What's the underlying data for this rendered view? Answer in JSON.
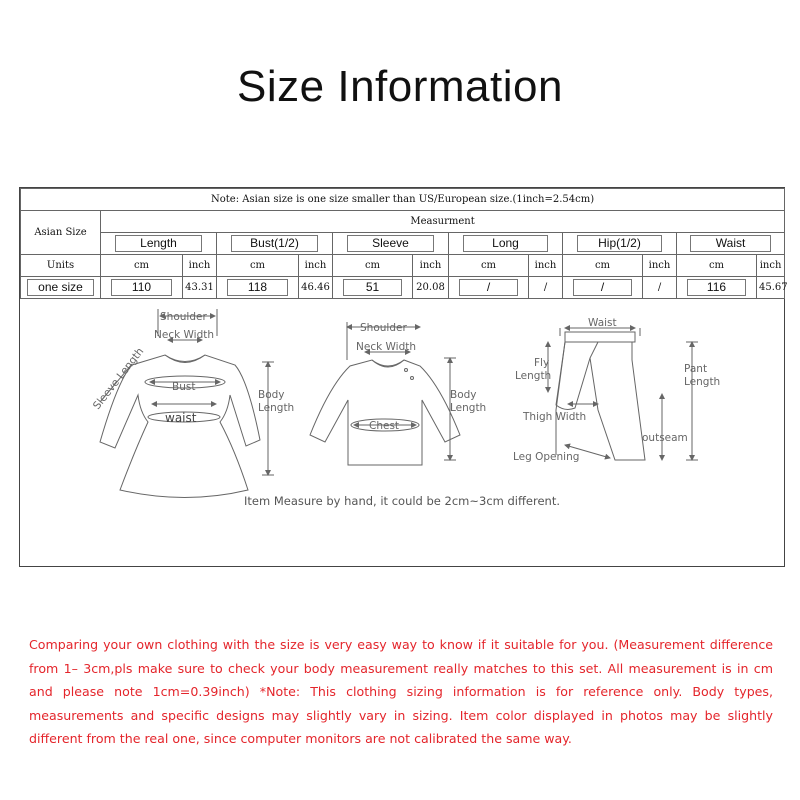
{
  "title": "Size  Information",
  "table": {
    "note": "Note: Asian size is one size smaller than US/European size.(1inch=2.54cm)",
    "asian_size_label": "Asian Size",
    "measurement_label": "Measurment",
    "units_label": "Units",
    "columns": [
      "Length",
      "Bust(1/2)",
      "Sleeve",
      "Long",
      "Hip(1/2)",
      "Waist"
    ],
    "units": [
      "cm",
      "inch",
      "cm",
      "inch",
      "cm",
      "inch",
      "cm",
      "inch",
      "cm",
      "inch",
      "cm",
      "inch"
    ],
    "row": {
      "size": "one size",
      "values": [
        "110",
        "43.31",
        "118",
        "46.46",
        "51",
        "20.08",
        "/",
        "/",
        "/",
        "/",
        "116",
        "45.67"
      ]
    }
  },
  "diagrams": {
    "dress": {
      "shoulder": "Shoulder",
      "neck_width": "Neck Width",
      "sleeve_length": "Sleeve Length",
      "bust": "Bust",
      "waist": "waist",
      "body_length": [
        "Body",
        "Length"
      ]
    },
    "shirt": {
      "shoulder": "Shoulder",
      "neck_width": "Neck Width",
      "chest": "Chest",
      "body_length": [
        "Body",
        "Length"
      ]
    },
    "pants": {
      "waist": "Waist",
      "fly_length": [
        "Fly",
        "Length"
      ],
      "pant_length": [
        "Pant",
        "Length"
      ],
      "thigh_width": "Thigh Width",
      "outseam": "outseam",
      "leg_opening": "Leg Opening"
    },
    "measure_note": "Item Measure by hand, it could be 2cm~3cm different."
  },
  "disclaimer": "Comparing your own clothing with the size is very easy way to know if it suitable for you. (Measurement difference from 1– 3cm,pls make sure to check your body measurement really matches to this set. All measurement is in cm and please note 1cm=0.39inch) *Note: This clothing sizing information is for reference only. Body types, measurements and specific designs may slightly vary in sizing. Item color displayed in photos may be slightly different from the real one, since computer monitors are not calibrated the same way."
}
